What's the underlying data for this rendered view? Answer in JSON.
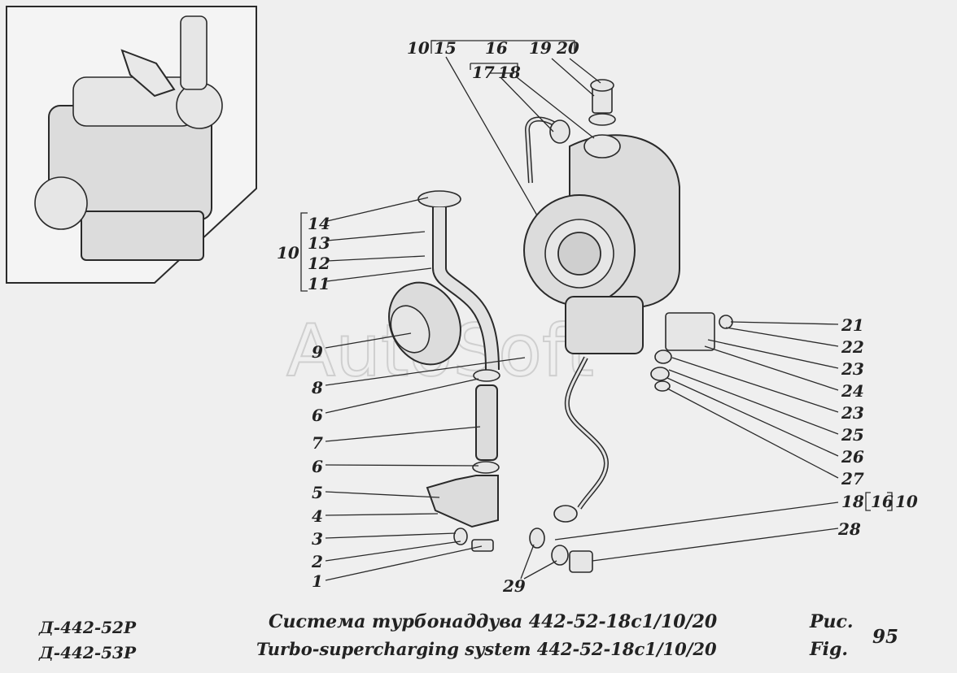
{
  "watermark": "AutoSoft",
  "callouts": {
    "c1": "1",
    "c2": "2",
    "c3": "3",
    "c4": "4",
    "c5": "5",
    "c6a": "6",
    "c6b": "6",
    "c7": "7",
    "c8": "8",
    "c9": "9",
    "c10_left": "10",
    "c11": "11",
    "c12": "12",
    "c13": "13",
    "c14": "14",
    "c10_top": "10",
    "c15": "15",
    "c16_top": "16",
    "c17": "17",
    "c18_top": "18",
    "c19": "19",
    "c20": "20",
    "c21": "21",
    "c22": "22",
    "c23a": "23",
    "c24": "24",
    "c23b": "23",
    "c25": "25",
    "c26": "26",
    "c27": "27",
    "c18_right": "18",
    "c16_right": "16",
    "c10_right": "10",
    "c28": "28",
    "c29": "29"
  },
  "footer": {
    "model_1": "Д-442-52Р",
    "model_2": "Д-442-53Р",
    "title_ru": "Система турбонаддува 442-52-18с1/10/20",
    "title_en": "Turbo-supercharging system 442-52-18с1/10/20",
    "fig_ru": "Рис.",
    "fig_en": "Fig.",
    "fig_number": "95"
  }
}
